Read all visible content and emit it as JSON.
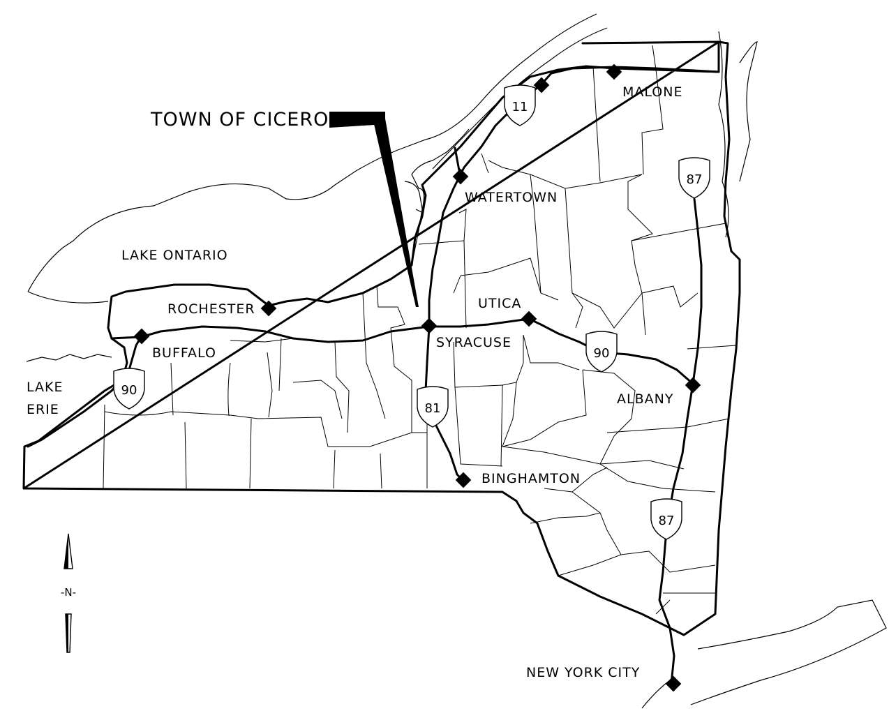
{
  "map": {
    "callout": "TOWN OF CICERO",
    "water_labels": {
      "lake_ontario": "LAKE ONTARIO",
      "lake_erie_line1": "LAKE",
      "lake_erie_line2": "ERIE"
    },
    "cities": [
      {
        "id": "malone",
        "name": "MALONE"
      },
      {
        "id": "watertown",
        "name": "WATERTOWN"
      },
      {
        "id": "rochester",
        "name": "ROCHESTER"
      },
      {
        "id": "buffalo",
        "name": "BUFFALO"
      },
      {
        "id": "syracuse",
        "name": "SYRACUSE"
      },
      {
        "id": "utica",
        "name": "UTICA"
      },
      {
        "id": "albany",
        "name": "ALBANY"
      },
      {
        "id": "binghamton",
        "name": "BINGHAMTON"
      },
      {
        "id": "new-york-city",
        "name": "NEW YORK CITY"
      }
    ],
    "interstates": [
      {
        "id": "i11",
        "number": "11"
      },
      {
        "id": "i87-north",
        "number": "87"
      },
      {
        "id": "i90-east",
        "number": "90"
      },
      {
        "id": "i90-west",
        "number": "90"
      },
      {
        "id": "i81",
        "number": "81"
      },
      {
        "id": "i87-south",
        "number": "87"
      }
    ],
    "north_arrow": "-N-",
    "colors": {
      "ink": "#000000",
      "paper": "#ffffff"
    }
  }
}
